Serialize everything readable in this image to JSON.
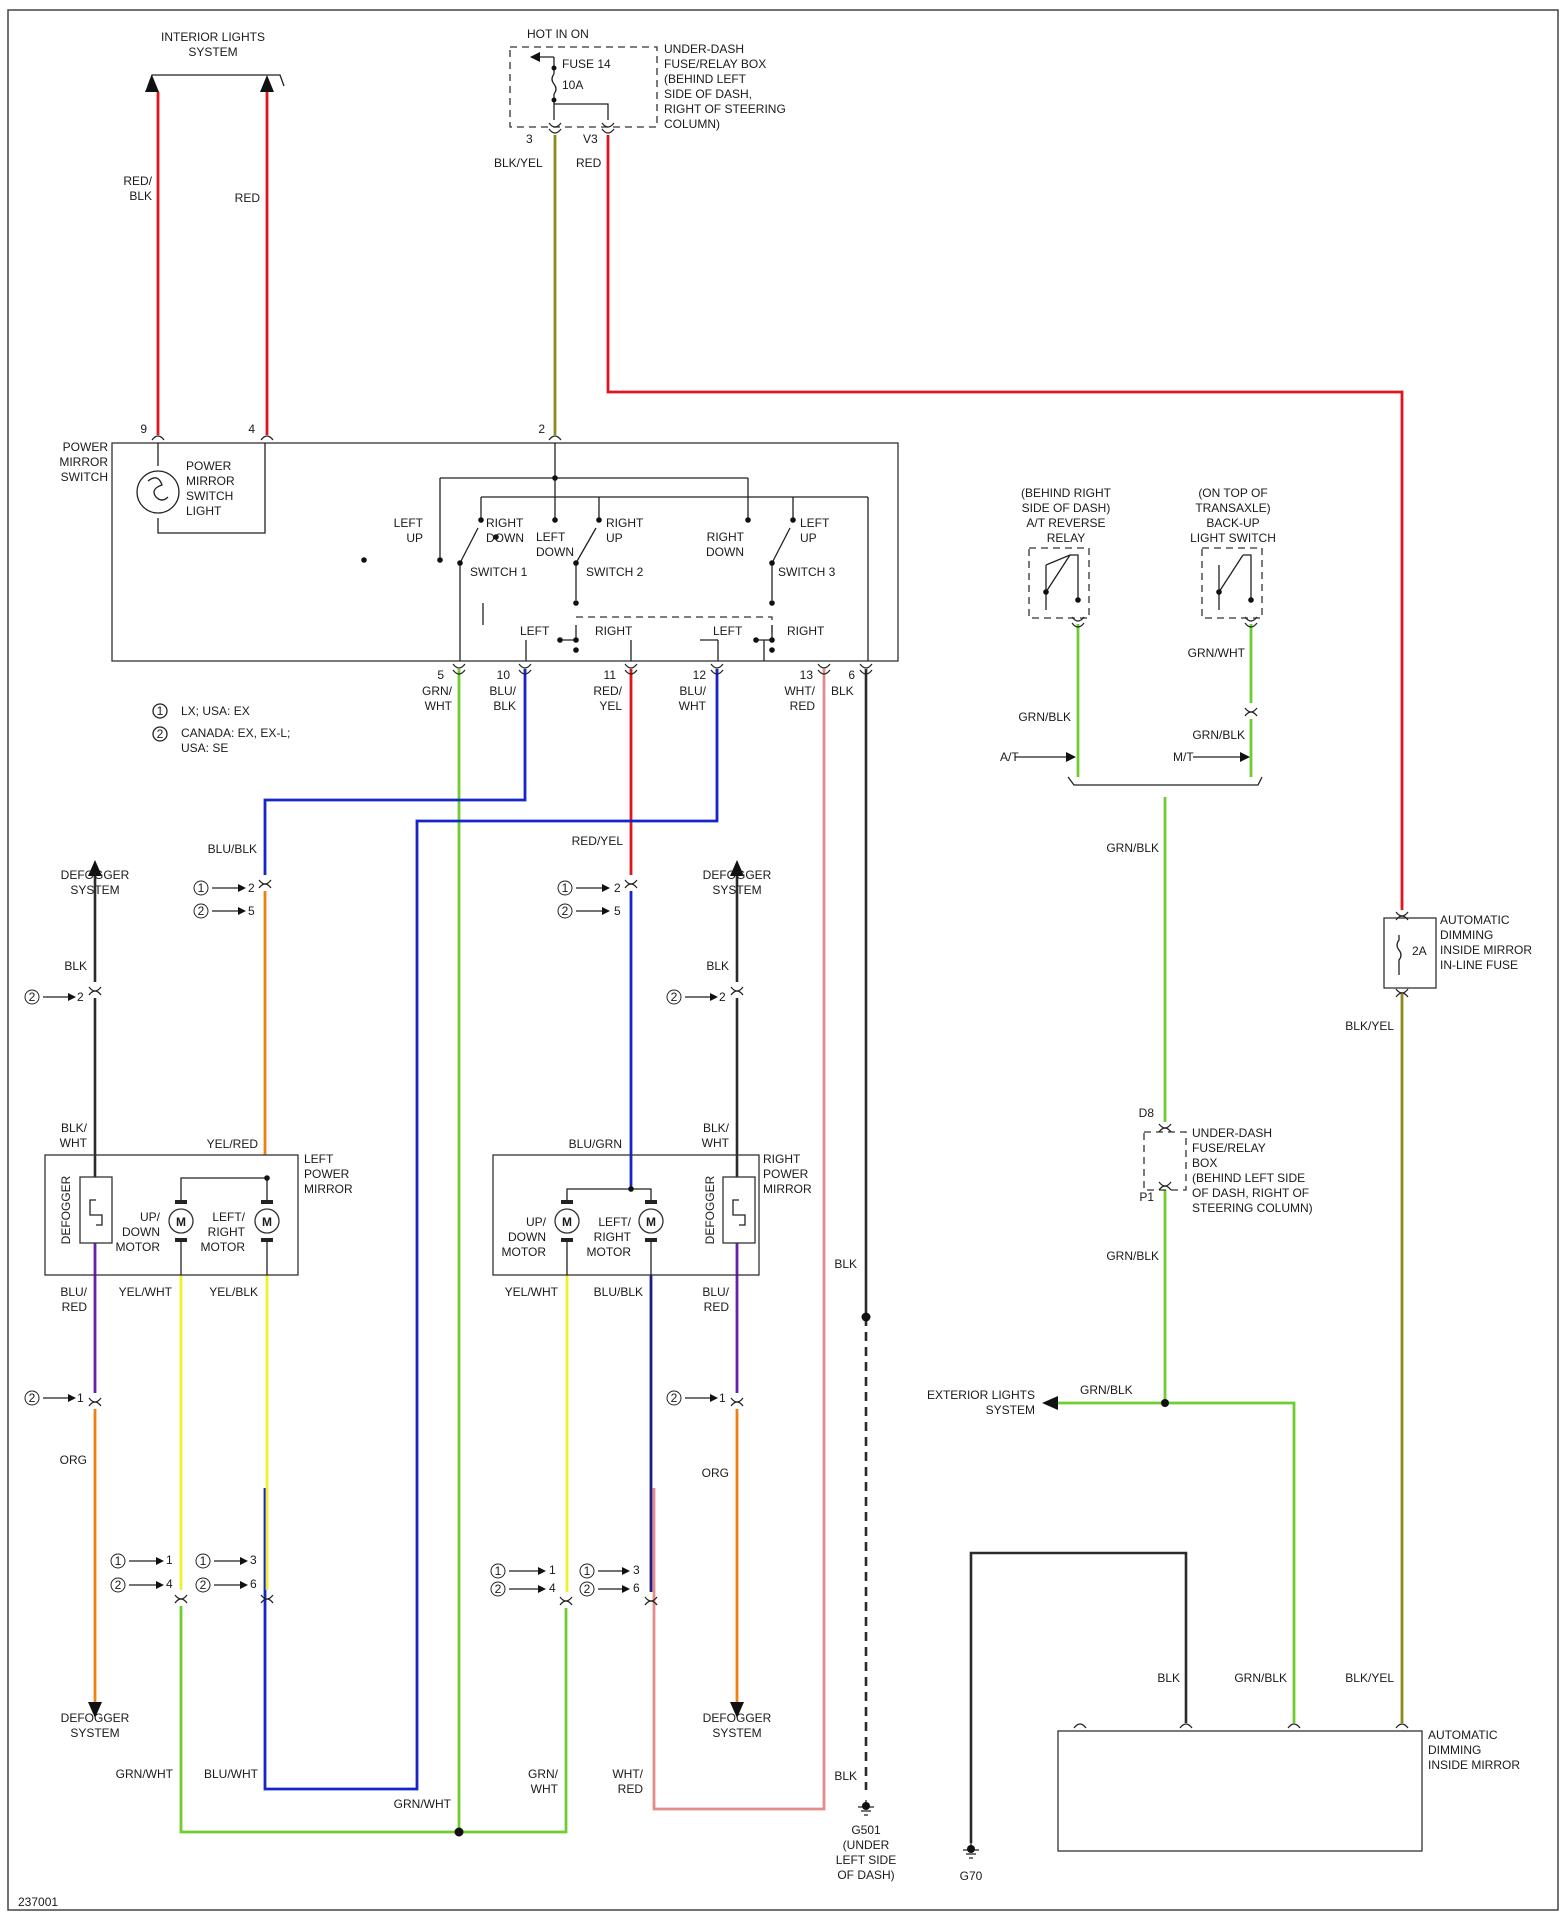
{
  "diagram_id": "237001",
  "colors": {
    "red": "#e0141c",
    "green": "#6fce2f",
    "blue": "#1525c8",
    "black": "#2a2a2a",
    "orange": "#f07f12",
    "yellow": "#f2ee2a",
    "pink": "#e48c8a",
    "purple": "#6a1fa8",
    "olive": "#8d8a1c",
    "navy": "#1a1d8a"
  },
  "labels": {
    "interior_lights": "INTERIOR LIGHTS\nSYSTEM",
    "hot_in_on": "HOT IN ON",
    "fuse14": "FUSE 14",
    "fuse14_amp": "10A",
    "underdash_box_top": "UNDER-DASH\nFUSE/RELAY BOX\n(BEHIND LEFT\nSIDE OF DASH,\nRIGHT OF STEERING\nCOLUMN)",
    "n3": "3",
    "v3": "V3",
    "w_blkyel_top": "BLK/YEL",
    "w_red_top": "RED",
    "w_redblk": "RED/\nBLK",
    "w_red_left": "RED",
    "power_mirror_switch": "POWER\nMIRROR\nSWITCH",
    "pms_light": "POWER\nMIRROR\nSWITCH\nLIGHT",
    "pin9": "9",
    "pin4": "4",
    "pin2": "2",
    "left_up": "LEFT\nUP",
    "right_down": "RIGHT\nDOWN",
    "left_down": "LEFT\nDOWN",
    "right_up": "RIGHT\nUP",
    "right_down2": "RIGHT\nDOWN",
    "left_up2": "LEFT\nUP",
    "switch1": "SWITCH 1",
    "switch2": "SWITCH 2",
    "switch3": "SWITCH 3",
    "left1": "LEFT",
    "right1": "RIGHT",
    "left2": "LEFT",
    "right2": "RIGHT",
    "p5": "5",
    "p10": "10",
    "p11": "11",
    "p12": "12",
    "p13": "13",
    "p6": "6",
    "w_grnwht": "GRN/\nWHT",
    "w_blublk": "BLU/\nBLK",
    "w_redyel": "RED/\nYEL",
    "w_bluwht": "BLU/\nWHT",
    "w_whtred": "WHT/\nRED",
    "w_blk6": "BLK",
    "legend1": "LX; USA: EX",
    "legend2": "CANADA: EX, EX-L;\nUSA: SE",
    "w_blublk2": "BLU/BLK",
    "w_redyel2": "RED/YEL",
    "defogger_system": "DEFOGGER\nSYSTEM",
    "w_blk_l": "BLK",
    "w_blk_r": "BLK",
    "n2": "2",
    "n5": "5",
    "n1": "1",
    "n4": "4",
    "n6": "6",
    "w_blkwht": "BLK/\nWHT",
    "w_yelred": "YEL/RED",
    "left_power_mirror": "LEFT\nPOWER\nMIRROR",
    "w_blugrn": "BLU/GRN",
    "right_power_mirror": "RIGHT\nPOWER\nMIRROR",
    "defogger": "DEFOGGER",
    "motor_m": "M",
    "updown_motor": "UP/\nDOWN\nMOTOR",
    "leftright_motor": "LEFT/\nRIGHT\nMOTOR",
    "w_blured": "BLU/\nRED",
    "w_yelwht": "YEL/WHT",
    "w_yelblk": "YEL/BLK",
    "w_blublk3": "BLU/BLK",
    "w_org": "ORG",
    "w_grnwht2": "GRN/WHT",
    "w_bluwht2": "BLU/WHT",
    "w_grnwht3": "GRN/WHT",
    "w_grnwht4": "GRN/\nWHT",
    "w_whtred2": "WHT/\nRED",
    "w_blk_g501": "BLK",
    "w_blk_mid": "BLK",
    "g501": "G501\n(UNDER\nLEFT SIDE\nOF DASH)",
    "at_relay": "(BEHIND RIGHT\nSIDE OF DASH)\nA/T REVERSE\nRELAY",
    "backup_switch": "(ON TOP OF\nTRANSAXLE)\nBACK-UP\nLIGHT SWITCH",
    "w_grnwht_bu": "GRN/WHT",
    "w_grnblk_at": "GRN/BLK",
    "w_grnblk_mt": "GRN/BLK",
    "at": "A/T",
    "mt": "M/T",
    "w_grnblk_mid": "GRN/BLK",
    "d8": "D8",
    "p1": "P1",
    "underdash_box_right": "UNDER-DASH\nFUSE/RELAY\nBOX\n(BEHIND LEFT SIDE\nOF DASH, RIGHT OF\nSTEERING COLUMN)",
    "w_grnblk_low": "GRN/BLK",
    "exterior_lights": "EXTERIOR LIGHTS\nSYSTEM",
    "w_grnblk_ext": "GRN/BLK",
    "adm_fuse": "AUTOMATIC\nDIMMING\nINSIDE MIRROR\nIN-LINE FUSE",
    "adm_fuse_amp": "2A",
    "w_blkyel_r": "BLK/YEL",
    "w_blkyel_r2": "BLK/YEL",
    "w_blk_adm": "BLK",
    "w_grnblk_adm": "GRN/BLK",
    "adm": "AUTOMATIC\nDIMMING\nINSIDE MIRROR",
    "g70": "G70"
  }
}
